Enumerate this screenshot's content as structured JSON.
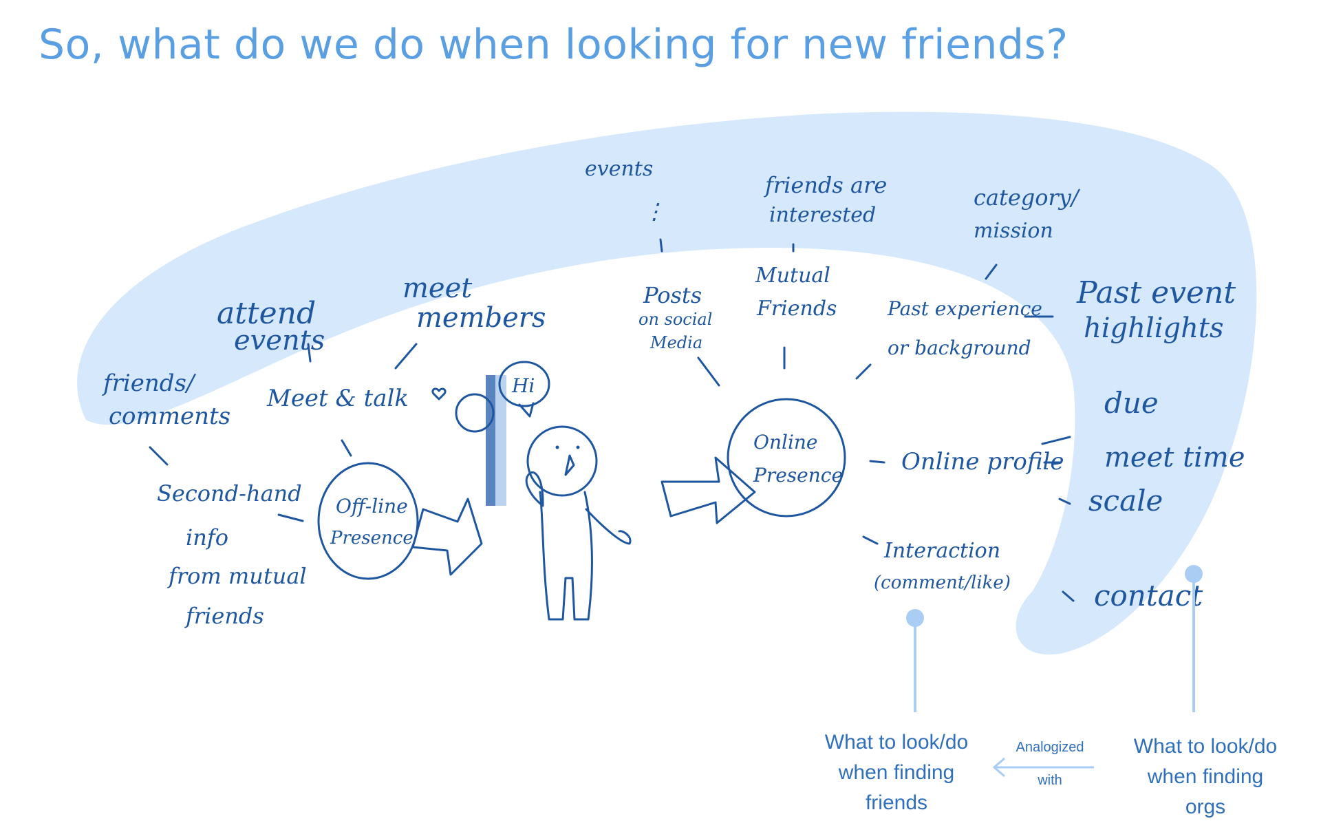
{
  "title": "So, what do we do when looking for new friends?",
  "center": {
    "offline": [
      "Off-line",
      "Presence"
    ],
    "online": [
      "Online",
      "Presence"
    ],
    "speech": "Hi"
  },
  "offline_branches": {
    "second_hand": [
      "Second-hand",
      "info",
      "from mutual",
      "friends"
    ],
    "meet_talk": "Meet & talk",
    "friends_comments": [
      "friends/",
      "comments"
    ],
    "attend_events": [
      "attend",
      "events"
    ],
    "meet_members": [
      "meet",
      "members"
    ]
  },
  "online_branches": {
    "posts": [
      "Posts",
      "on social",
      "Media"
    ],
    "events": "events",
    "ellipsis": "⋮",
    "mutual_friends": [
      "Mutual",
      "Friends"
    ],
    "friends_interested": [
      "friends are",
      "interested"
    ],
    "past_experience": [
      "Past experience",
      "or background"
    ],
    "category_mission": [
      "category/",
      "mission"
    ],
    "past_event_highlights": [
      "Past event",
      "highlights"
    ],
    "online_profile": "Online profile",
    "due": "due",
    "meet_time": "meet time",
    "scale": "scale",
    "interaction": [
      "Interaction",
      "(comment/like)"
    ],
    "contact": "contact"
  },
  "legend": {
    "friends": [
      "What to look/do",
      "when finding",
      "friends"
    ],
    "orgs": [
      "What to look/do",
      "when finding",
      "orgs"
    ],
    "analogized": [
      "Analogized",
      "with"
    ]
  },
  "colors": {
    "title": "#5b9fe3",
    "ink": "#1e56a0",
    "highlight": "#d6e8fb",
    "pin": "#a9cdf3"
  }
}
